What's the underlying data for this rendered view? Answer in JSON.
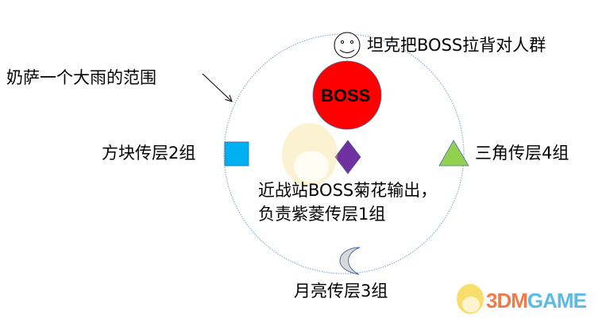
{
  "rain_range_label": "奶萨一个大雨的范围",
  "tank_label": "坦克把BOSS拉背对人群",
  "boss_label": "BOSS",
  "square_label": "方块传层2组",
  "triangle_label": "三角传层4组",
  "melee_label_line1": "近战站BOSS菊花输出，",
  "melee_label_line2": "负责紫菱传层1组",
  "moon_label": "月亮传层3组",
  "watermark": {
    "prefix": "3DM",
    "suffix": "GAME"
  },
  "colors": {
    "boss": "#ff0000",
    "square": "#00b0f0",
    "diamond": "#7030a0",
    "triangle": "#92d050",
    "moon": "#d9d9d9",
    "range": "#8faacc"
  }
}
